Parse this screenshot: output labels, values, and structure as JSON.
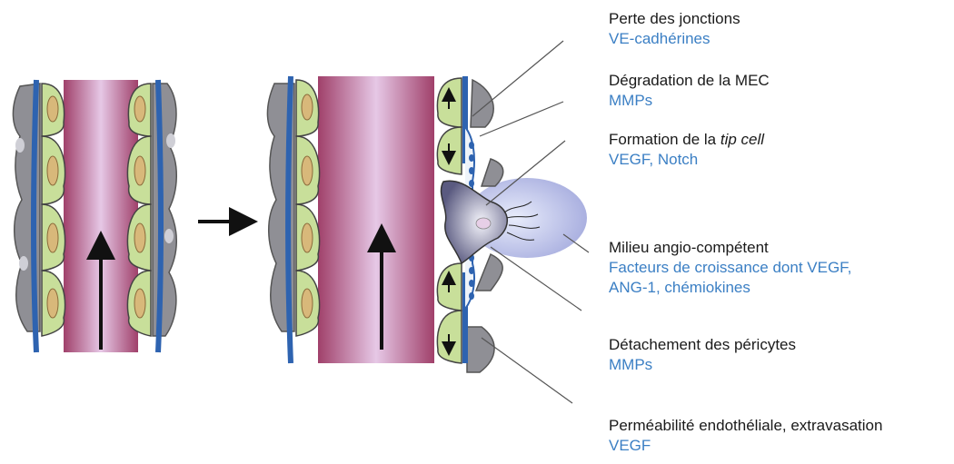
{
  "labels": {
    "junctions": {
      "title": "Perte des jonctions",
      "detail": "VE-cadhérines"
    },
    "mec": {
      "title": "Dégradation de la MEC",
      "detail": "MMPs"
    },
    "tip": {
      "title_pre": "Formation de la ",
      "title_em": "tip cell",
      "detail": "VEGF, Notch"
    },
    "milieu": {
      "title": "Milieu angio-compétent",
      "detail_line1": "Facteurs de croissance dont VEGF,",
      "detail_line2": "ANG-1, chémiokines"
    },
    "pericytes": {
      "title": "Détachement des péricytes",
      "detail": "MMPs"
    },
    "permeability": {
      "title": "Perméabilité endothéliale, extravasation",
      "detail": "VEGF"
    }
  },
  "colors": {
    "lumen_center": "#e6c8e6",
    "lumen_edge": "#a0406a",
    "endothelial_cell": "#c8df9a",
    "nucleus": "#d8b87a",
    "basement_membrane": "#2e63b0",
    "pericyte": "#8f8f95",
    "label_detail": "#3b7fc4",
    "halo": "#aab0e0"
  }
}
